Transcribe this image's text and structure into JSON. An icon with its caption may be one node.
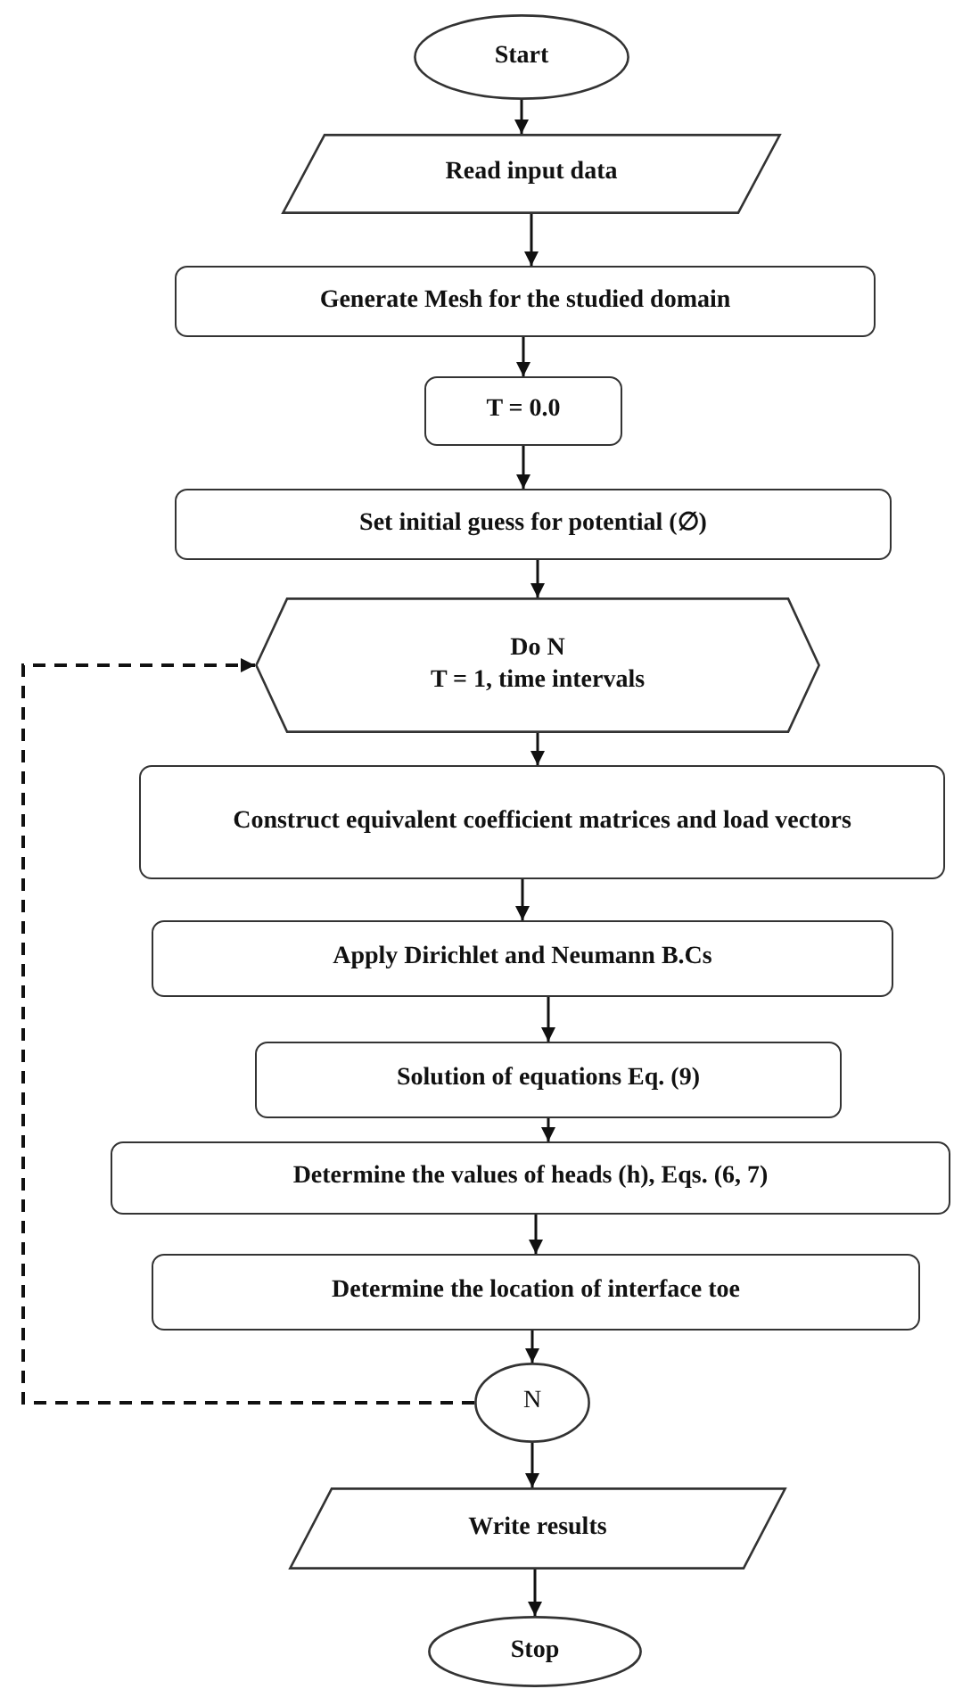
{
  "diagram": {
    "nodes": [
      {
        "text": [
          "Start"
        ]
      },
      {
        "text": [
          "Read input data"
        ]
      },
      {
        "text": [
          "Generate Mesh for the studied domain"
        ]
      },
      {
        "text": [
          "T = 0.0"
        ]
      },
      {
        "text": [
          "Set initial guess for potential (∅)"
        ]
      },
      {
        "text": [
          "Do N",
          "T = 1, time intervals"
        ]
      },
      {
        "text": [
          "Construct equivalent coefficient matrices and load vectors"
        ]
      },
      {
        "text": [
          "Apply Dirichlet and Neumann B.Cs"
        ]
      },
      {
        "text": [
          "Solution of equations Eq. (9)"
        ]
      },
      {
        "text": [
          "Determine the values of heads (h), Eqs. (6, 7)"
        ]
      },
      {
        "text": [
          "Determine the location of interface toe"
        ]
      },
      {
        "text": [
          "N"
        ]
      },
      {
        "text": [
          "Write results"
        ]
      },
      {
        "text": [
          "Stop"
        ]
      }
    ],
    "edges": [
      {
        "from": 0,
        "to": 1,
        "arrow": "to"
      },
      {
        "from": 1,
        "to": 2,
        "arrow": "to"
      },
      {
        "from": 2,
        "to": 3,
        "arrow": "to"
      },
      {
        "from": 3,
        "to": 4,
        "arrow": "to"
      },
      {
        "from": 4,
        "to": 5,
        "arrow": "to"
      },
      {
        "from": 5,
        "to": 6,
        "arrow": "to"
      },
      {
        "from": 6,
        "to": 7,
        "arrow": "to"
      },
      {
        "from": 7,
        "to": 8,
        "arrow": "to"
      },
      {
        "from": 8,
        "to": 9,
        "arrow": "to"
      },
      {
        "from": 9,
        "to": 10,
        "arrow": "to"
      },
      {
        "from": 10,
        "to": 11,
        "arrow": "to"
      },
      {
        "from": 11,
        "to": 12,
        "arrow": "to"
      },
      {
        "from": 12,
        "to": 13,
        "arrow": "to"
      },
      {
        "from": 11,
        "to": 5,
        "arrow": "to",
        "style": "dashed"
      }
    ]
  }
}
